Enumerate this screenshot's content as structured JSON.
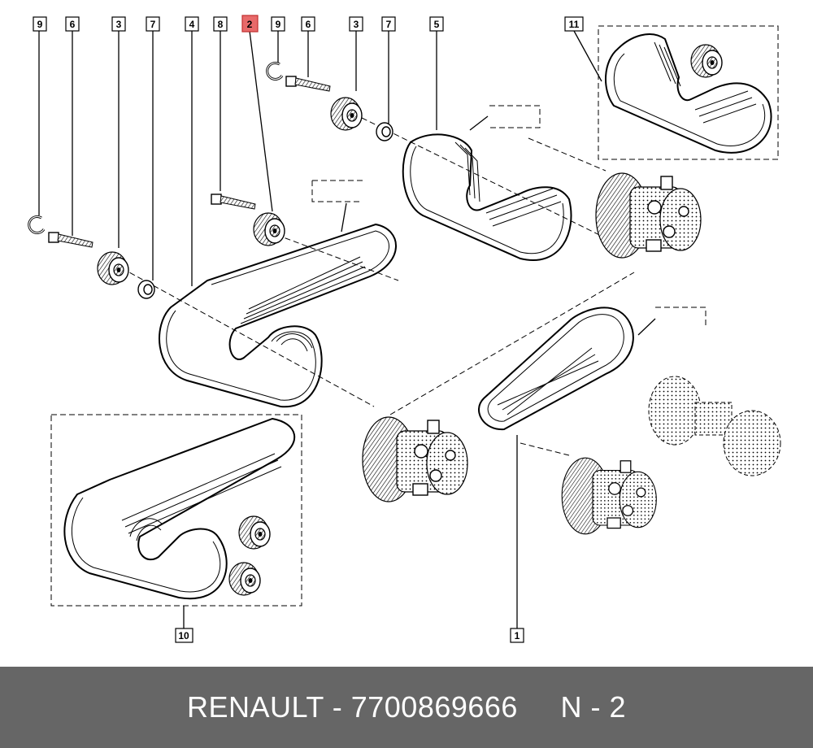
{
  "callouts": {
    "c9a": "9",
    "c6a": "6",
    "c3a": "3",
    "c7a": "7",
    "c4": "4",
    "c8": "8",
    "c2": "2",
    "c9b": "9",
    "c6b": "6",
    "c3b": "3",
    "c7b": "7",
    "c5": "5",
    "c11": "11",
    "c10": "10",
    "c1": "1"
  },
  "highlight_color": "#e86a6a",
  "footer": {
    "text": "RENAULT - 7700869666     N - 2",
    "background": "#666666"
  }
}
